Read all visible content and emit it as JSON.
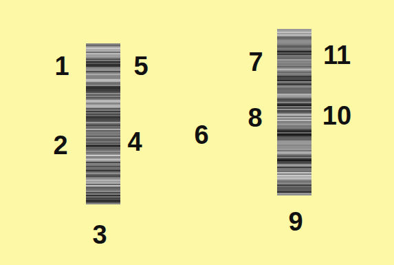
{
  "diagram": {
    "labels": [
      "1",
      "5",
      "2",
      "4",
      "3",
      "6",
      "7",
      "11",
      "8",
      "10",
      "9"
    ]
  }
}
